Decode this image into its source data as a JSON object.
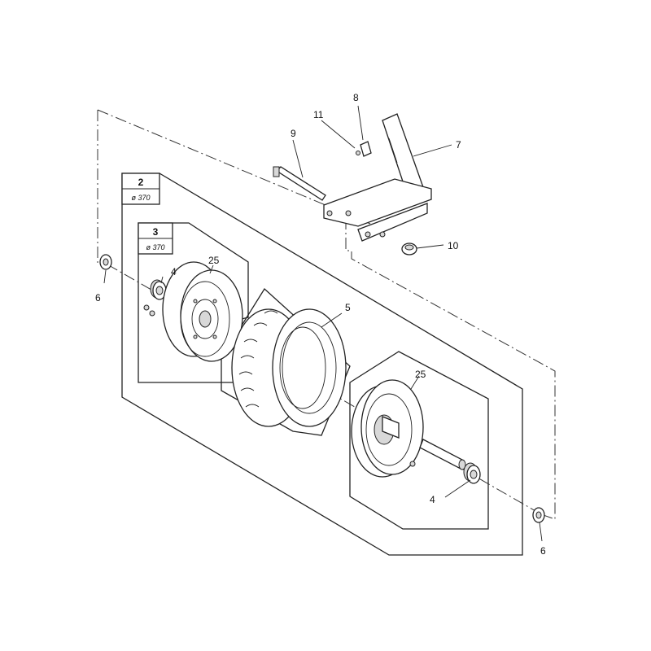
{
  "callouts": {
    "p2": "2",
    "p3": "3",
    "p4_left": "4",
    "p4_right": "4",
    "p5": "5",
    "p6_left": "6",
    "p6_right": "6",
    "p7": "7",
    "p8": "8",
    "p9": "9",
    "p10": "10",
    "p11": "11",
    "p25_left": "25",
    "p25_right": "25"
  },
  "box_labels": {
    "box2_dia": "ø 370",
    "box3_dia": "ø 370"
  }
}
